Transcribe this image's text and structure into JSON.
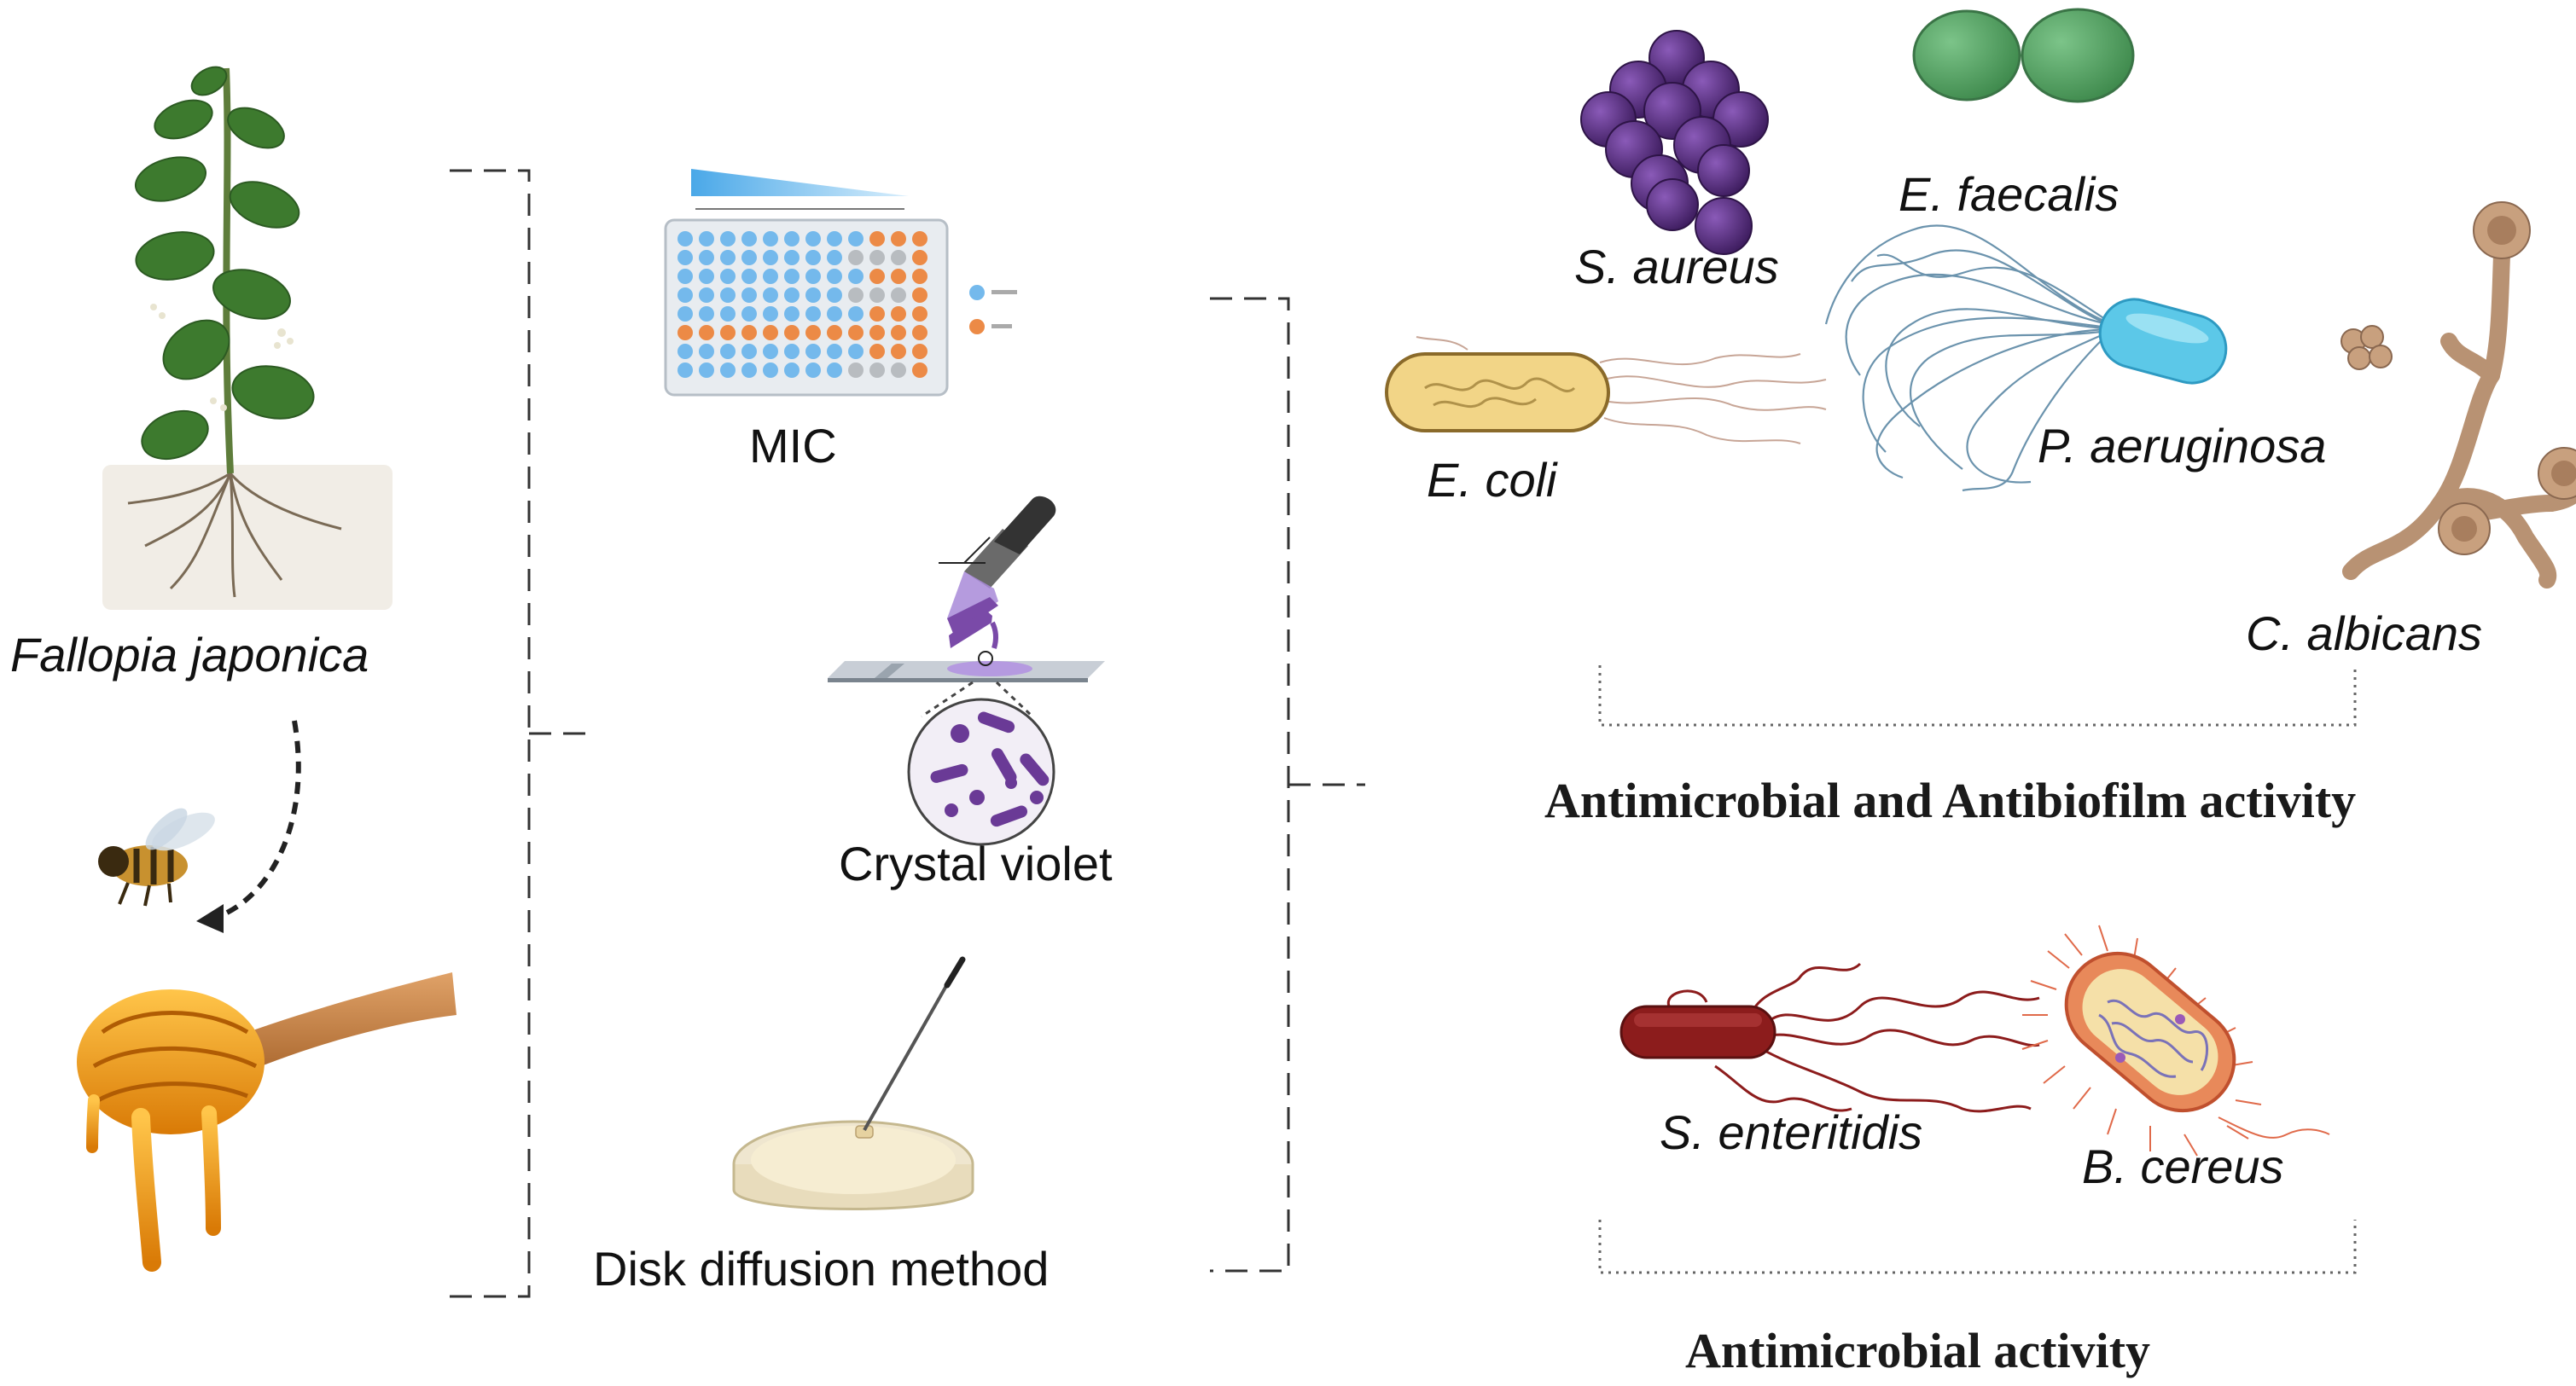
{
  "source": {
    "plant_label": "Fallopia japonica"
  },
  "methods": [
    {
      "label": "MIC",
      "icon": "microplate-icon"
    },
    {
      "label": "Crystal violet",
      "icon": "dropper-slide-icon"
    },
    {
      "label": "Disk diffusion method",
      "icon": "petri-dish-icon"
    }
  ],
  "organisms": {
    "s_aureus": "S. aureus",
    "e_faecalis": "E. faecalis",
    "e_coli": "E. coli",
    "p_aeruginosa": "P. aeruginosa",
    "c_albicans": "C. albicans",
    "s_enteritidis": "S. enteritidis",
    "b_cereus": "B. cereus"
  },
  "groups": {
    "antibiofilm_title": "Antimicrobial and Antibiofilm activity",
    "antimicrobial_title": "Antimicrobial activity"
  },
  "colors": {
    "bracket": "#333333",
    "s_aureus": "#5a2d82",
    "e_faecalis": "#4e9a5c",
    "p_aeruginosa": "#5cc8e8",
    "c_albicans": "#b89273",
    "s_enteritidis": "#8c1c1c",
    "honey": "#f2a016",
    "crystal_violet": "#7a4aa8"
  }
}
